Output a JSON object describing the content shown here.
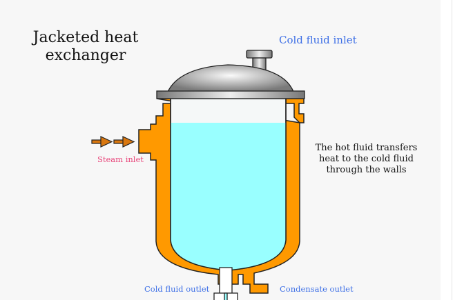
{
  "title_line1": "Jacketed heat",
  "title_line2": "exchanger",
  "labels": {
    "cold_inlet": "Cold fluid inlet",
    "cold_outlet": "Cold fluid outlet",
    "condensate_outlet": "Condensate outlet",
    "steam_inlet": "Steam inlet",
    "description": "The hot fluid transfers heat to the cold fluid through the walls"
  },
  "colors": {
    "jacket": "#ff9900",
    "liquid": "#99ffff",
    "label_blue": "#3d6fe6",
    "steam_label": "#e8457a"
  }
}
